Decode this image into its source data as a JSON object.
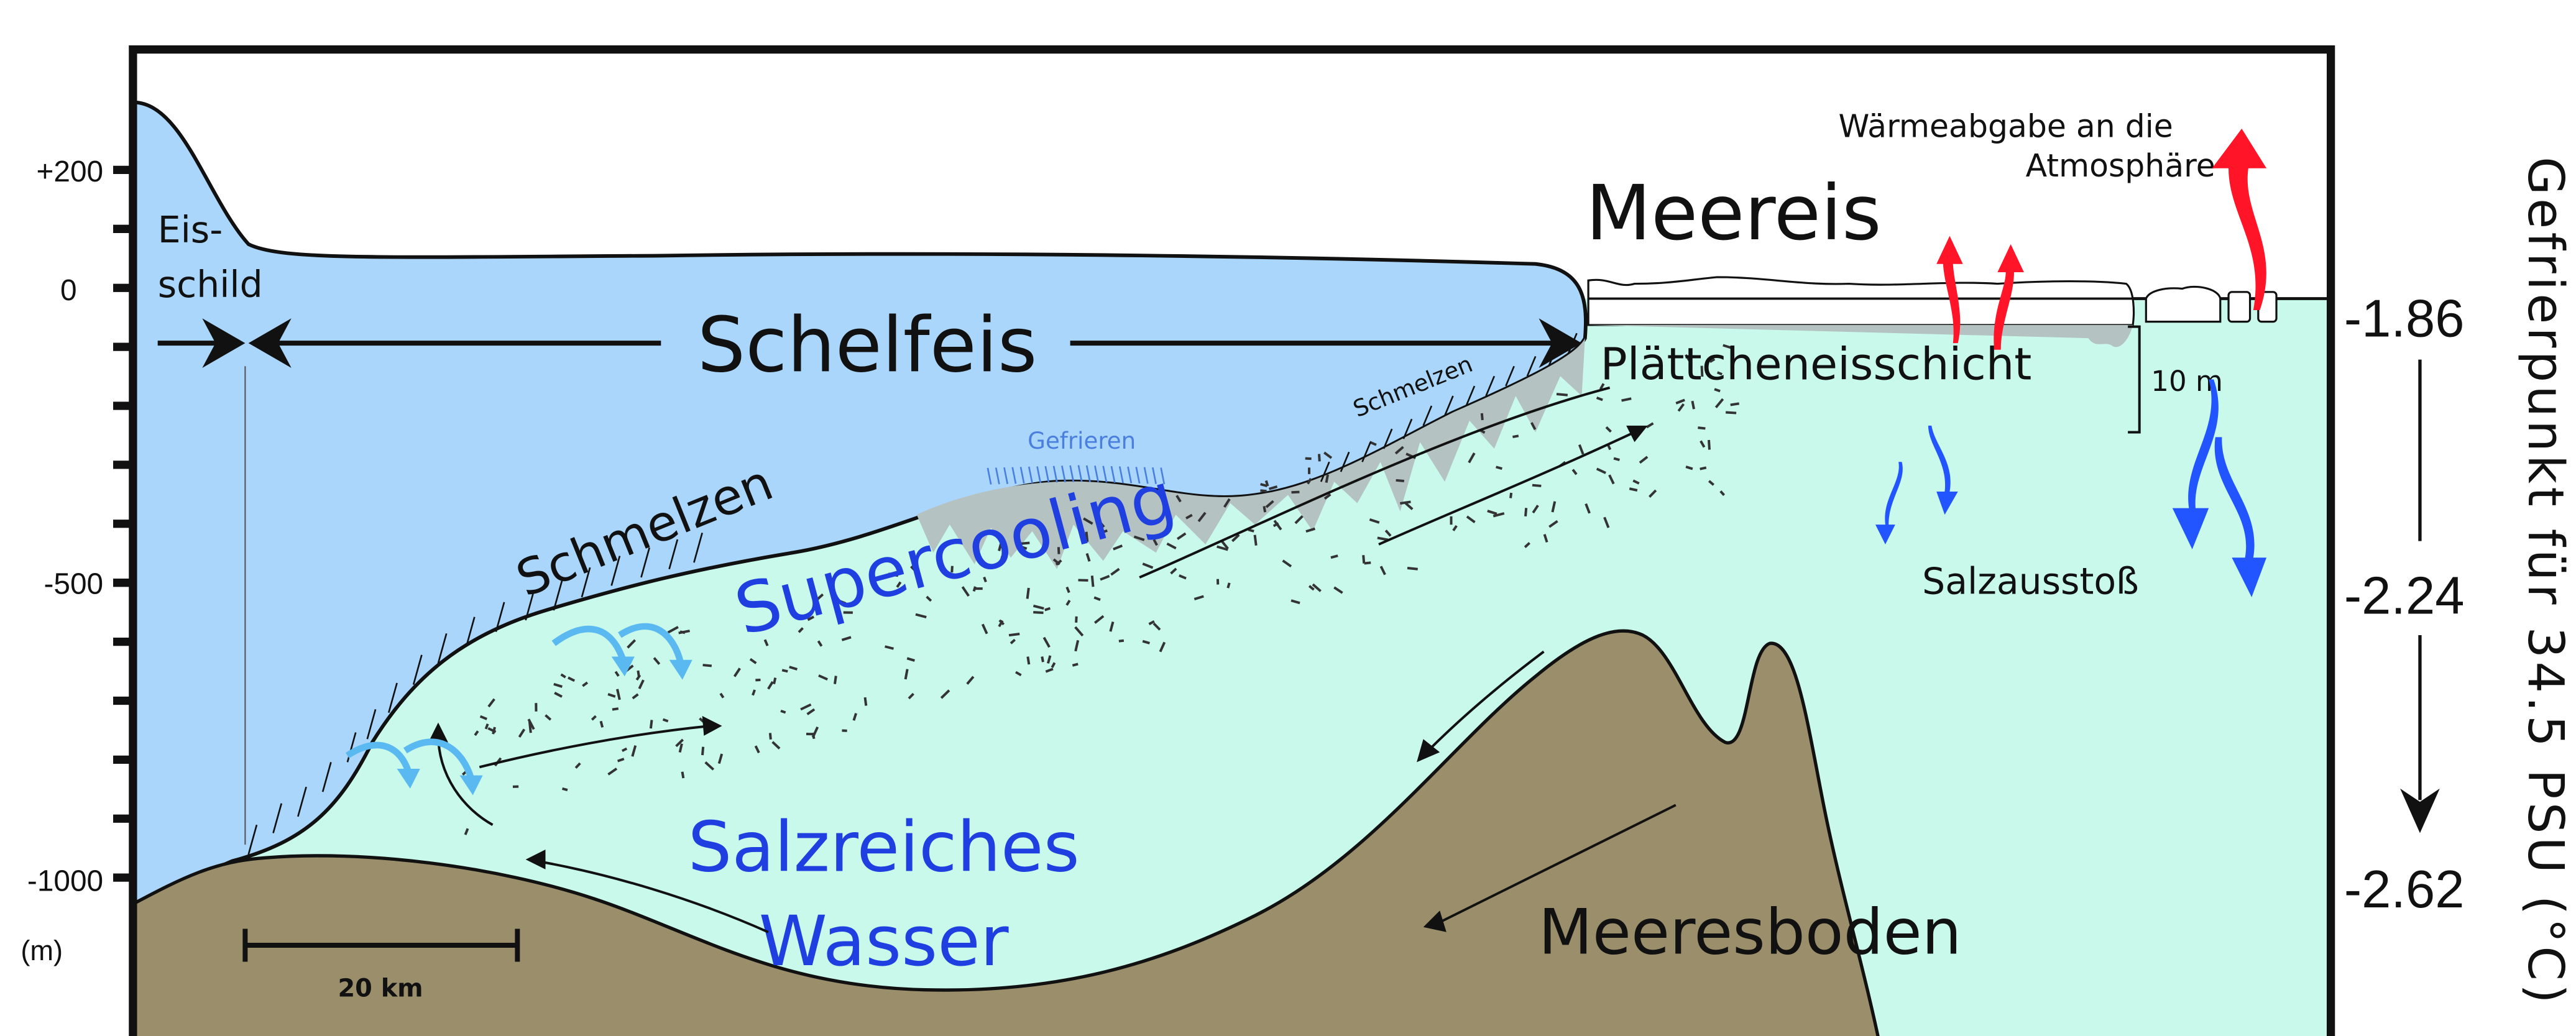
{
  "colors": {
    "ice": "#aad6fb",
    "water": "#c8f9ea",
    "seafloor": "#9b8e6b",
    "platelet": "#b4c2c2",
    "heat_arrow": "#ff1428",
    "brine_arrow": "#2255ff",
    "blue_text": "#1f3fe0",
    "light_blue_text": "#4a7fe0"
  },
  "left_axis": {
    "ticks": [
      "+200",
      "0",
      "-500",
      "-1000"
    ],
    "unit": "(m)"
  },
  "right_axis": {
    "ticks": [
      "-1.86",
      "-2.24",
      "-2.62"
    ],
    "title": "Gefrierpunkt für 34.5 PSU (°C)"
  },
  "labels": {
    "ice_sheet_line1": "Eis-",
    "ice_sheet_line2": "schild",
    "ice_shelf": "Schelfeis",
    "sea_ice": "Meereis",
    "heat_release_line1": "Wärmeabgabe an die",
    "heat_release_line2": "Atmosphäre",
    "platelet_layer": "Plättcheneisschicht",
    "platelet_thickness": "10 m",
    "brine_rejection": "Salzausstoß",
    "melting_large": "Schmelzen",
    "melting_small": "Schmelzen",
    "freezing": "Gefrieren",
    "supercooling": "Supercooling",
    "saline_water_line1": "Salzreiches",
    "saline_water_line2": "Wasser",
    "seafloor": "Meeresboden",
    "scale_bar": "20 km"
  }
}
